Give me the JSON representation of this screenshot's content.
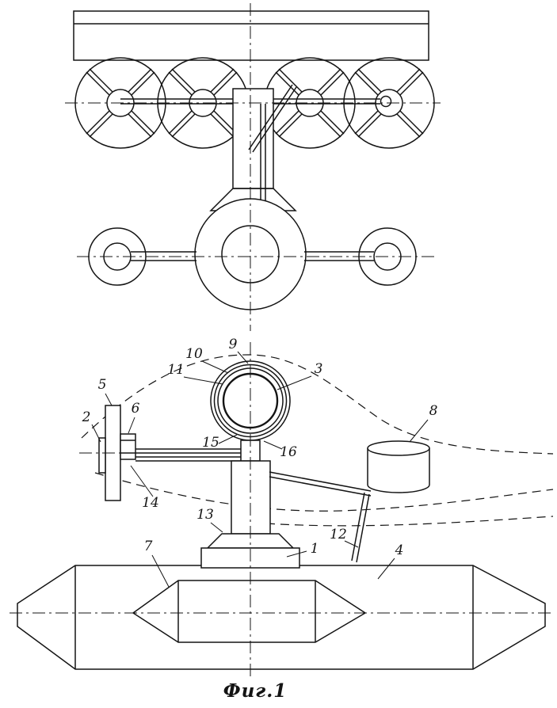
{
  "colors": {
    "ink": "#141414",
    "paper": "#ffffff"
  },
  "figure": {
    "caption": "Фиг.1",
    "labels": [
      {
        "id": "1"
      },
      {
        "id": "2"
      },
      {
        "id": "3"
      },
      {
        "id": "4"
      },
      {
        "id": "5"
      },
      {
        "id": "6"
      },
      {
        "id": "7"
      },
      {
        "id": "8"
      },
      {
        "id": "9"
      },
      {
        "id": "10"
      },
      {
        "id": "11"
      },
      {
        "id": "12"
      },
      {
        "id": "13"
      },
      {
        "id": "14"
      },
      {
        "id": "15"
      },
      {
        "id": "16"
      }
    ]
  }
}
